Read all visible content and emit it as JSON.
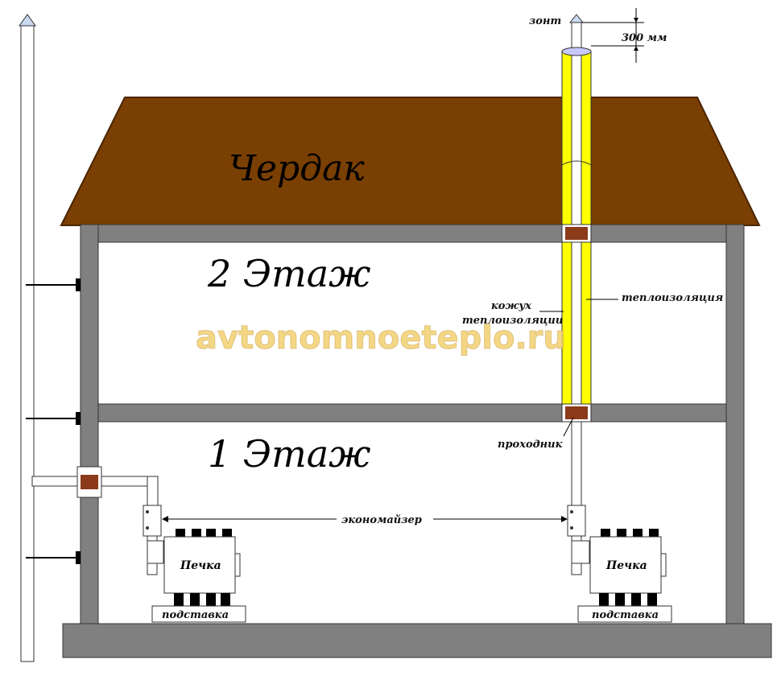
{
  "labels": {
    "attic": "Чердак",
    "floor2": "2 Этаж",
    "floor1": "1 Этаж",
    "umbrella": "зонт",
    "height_300": "300 мм",
    "insulation_casing_line1": "кожух",
    "insulation_casing_line2": "теплоизоляции",
    "thermal_insulation": "теплоизоляция",
    "pass_through": "проходник",
    "economizer": "экономайзер",
    "stove_left": "Печка",
    "stove_right": "Печка",
    "stand_left": "подставка",
    "stand_right": "подставка"
  },
  "watermark": "avtonomnoeteplo.ru",
  "colors": {
    "roof": "#7a3f02",
    "walls": "#808080",
    "insulation": "#ffff00",
    "pass_through": "#8b3a1a",
    "pipe": "#ffffff",
    "watermark": "#f2d070"
  }
}
